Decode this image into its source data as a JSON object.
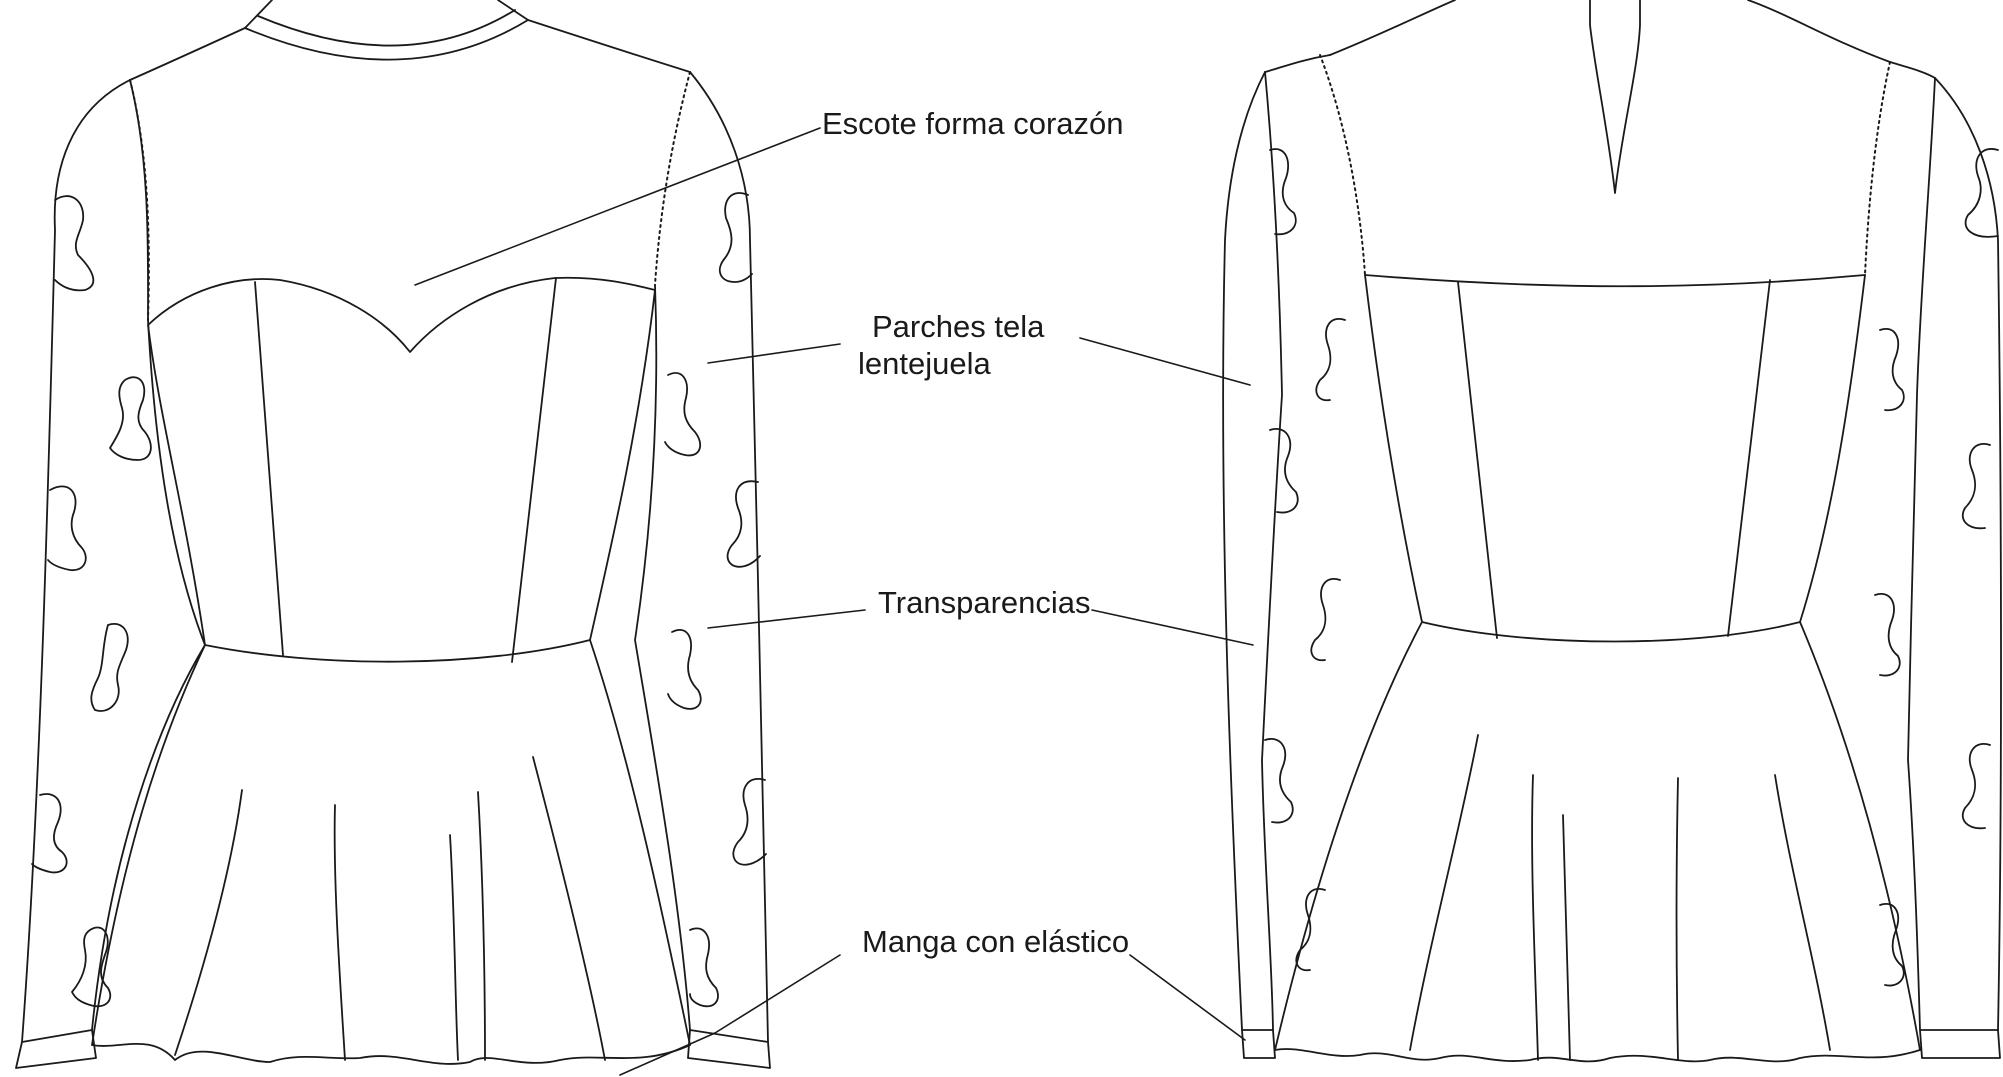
{
  "labels": {
    "neckline": "Escote forma corazón",
    "patches_line1": "Parches tela",
    "patches_line2": "lentejuela",
    "transparencies": "Transparencias",
    "sleeve": "Manga con elástico"
  },
  "colors": {
    "line": "#1a1a1a",
    "background": "#ffffff"
  }
}
